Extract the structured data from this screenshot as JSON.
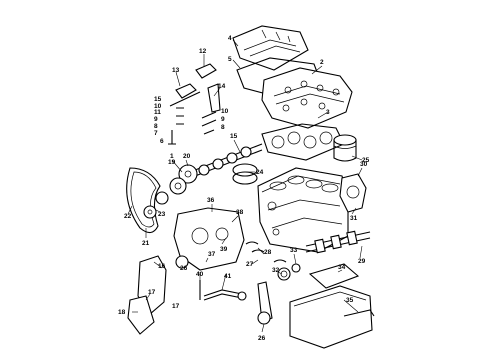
{
  "callouts": [
    "1",
    "2",
    "3",
    "4",
    "5",
    "6",
    "7",
    "8",
    "9",
    "10",
    "11",
    "12",
    "13",
    "14",
    "15",
    "16",
    "17",
    "18",
    "19",
    "20",
    "21",
    "22",
    "23",
    "24",
    "25",
    "26",
    "27",
    "28",
    "29",
    "30",
    "31",
    "32",
    "33",
    "34",
    "35",
    "36",
    "37",
    "38",
    "39",
    "40",
    "41"
  ],
  "labels": [
    {
      "text": "4",
      "ref": "l4"
    },
    {
      "text": "5",
      "ref": "l5"
    },
    {
      "text": "12",
      "ref": "l12"
    },
    {
      "text": "2",
      "ref": "l2"
    },
    {
      "text": "13",
      "ref": "l13"
    },
    {
      "text": "14",
      "ref": "l14"
    },
    {
      "text": "15",
      "ref": "l15"
    },
    {
      "text": "10",
      "ref": "l10a"
    },
    {
      "text": "11",
      "ref": "l11"
    },
    {
      "text": "9",
      "ref": "l9a"
    },
    {
      "text": "8",
      "ref": "l8a"
    },
    {
      "text": "7",
      "ref": "l7"
    },
    {
      "text": "6",
      "ref": "l6"
    },
    {
      "text": "10",
      "ref": "l10b"
    },
    {
      "text": "9",
      "ref": "l9b"
    },
    {
      "text": "8",
      "ref": "l8b"
    },
    {
      "text": "3",
      "ref": "l3"
    },
    {
      "text": "15",
      "ref": "l15b"
    },
    {
      "text": "24",
      "ref": "l24"
    },
    {
      "text": "25",
      "ref": "l25"
    },
    {
      "text": "1",
      "ref": "l1"
    },
    {
      "text": "19",
      "ref": "l19"
    },
    {
      "text": "20",
      "ref": "l20"
    },
    {
      "text": "30",
      "ref": "l30"
    },
    {
      "text": "36",
      "ref": "l36"
    },
    {
      "text": "22",
      "ref": "l22"
    },
    {
      "text": "23",
      "ref": "l23"
    },
    {
      "text": "21",
      "ref": "l21"
    },
    {
      "text": "38",
      "ref": "l38"
    },
    {
      "text": "39",
      "ref": "l39"
    },
    {
      "text": "31",
      "ref": "l31"
    },
    {
      "text": "37",
      "ref": "l37"
    },
    {
      "text": "28",
      "ref": "l28"
    },
    {
      "text": "27",
      "ref": "l27"
    },
    {
      "text": "26",
      "ref": "l26"
    },
    {
      "text": "29",
      "ref": "l29"
    },
    {
      "text": "32",
      "ref": "l32"
    },
    {
      "text": "33",
      "ref": "l33"
    },
    {
      "text": "34",
      "ref": "l34"
    },
    {
      "text": "40",
      "ref": "l40"
    },
    {
      "text": "41",
      "ref": "l41"
    },
    {
      "text": "16",
      "ref": "l16"
    },
    {
      "text": "17",
      "ref": "l17a"
    },
    {
      "text": "17",
      "ref": "l17b"
    },
    {
      "text": "18",
      "ref": "l18"
    },
    {
      "text": "35",
      "ref": "l35"
    },
    {
      "text": "26",
      "ref": "l26b"
    }
  ]
}
